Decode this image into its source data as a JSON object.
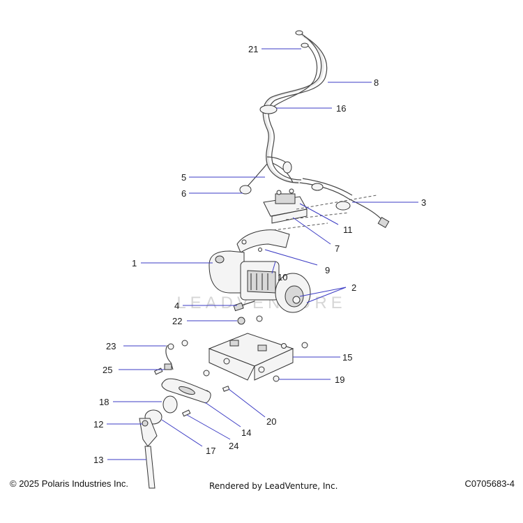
{
  "watermark": "LEADVENTURE",
  "callouts": [
    "21",
    "8",
    "16",
    "5",
    "6",
    "3",
    "11",
    "7",
    "1",
    "9",
    "10",
    "2",
    "4",
    "22",
    "23",
    "15",
    "25",
    "19",
    "18",
    "20",
    "14",
    "12",
    "24",
    "17",
    "13"
  ],
  "footer": {
    "copyright": "© 2025 Polaris Industries Inc.",
    "rendered_by": "Rendered by LeadVenture, Inc.",
    "diagram_code": "C0705683-4"
  },
  "colors": {
    "leader": "#3b3bc4",
    "line": "#333333",
    "watermark": "#d6d6d6"
  }
}
